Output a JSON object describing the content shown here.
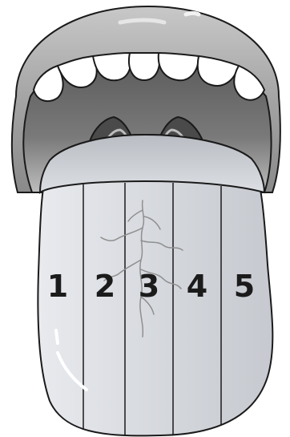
{
  "diagram": {
    "zones": [
      {
        "label": "1"
      },
      {
        "label": "2"
      },
      {
        "label": "3"
      },
      {
        "label": "4"
      },
      {
        "label": "5"
      }
    ]
  },
  "colors": {
    "outline": "#1a1a1a",
    "mouth_outer": "#a9a9a9",
    "mouth_cavity": "#6f6f6f",
    "throat": "#3f3f3f",
    "teeth": "#ffffff",
    "tongue": "#dcdfe4",
    "tongue_top": "#c9ccd2",
    "crack_lines": "#9a9a9a",
    "highlight": "#ffffff"
  }
}
